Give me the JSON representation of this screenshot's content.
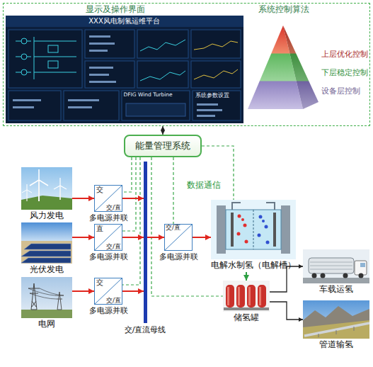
{
  "diagram": {
    "nodes": [
      {
        "text": [
          "显示及操作界面",
          "系统控制算法"
        ]
      },
      {
        "text": [
          "XXX风电制氢运维平台",
          "DFIG Wind Turbine",
          "系统参数设置"
        ],
        "in": 0
      },
      {
        "text": [
          "上层优化控制",
          "下层稳定控制",
          "设备层控制"
        ],
        "in": 0
      },
      {
        "text": [
          "能量管理系统"
        ]
      },
      {
        "text": [
          "风力发电"
        ]
      },
      {
        "text": [
          "交",
          "交/直",
          "多电源并联"
        ]
      },
      {
        "text": [
          "光伏发电"
        ]
      },
      {
        "text": [
          "直",
          "交/直",
          "多电源并联"
        ]
      },
      {
        "text": [
          "电网"
        ]
      },
      {
        "text": [
          "交",
          "交/直",
          "多电源并联"
        ]
      },
      {
        "text": [
          "交/直流母线"
        ]
      },
      {
        "text": [
          "交/直",
          "多电源并联"
        ]
      },
      {
        "text": [
          "电解水制氢（电解槽）"
        ]
      },
      {
        "text": [
          "储氢罐"
        ]
      },
      {
        "text": [
          "车载运氢"
        ]
      },
      {
        "text": [
          "管道输氢"
        ]
      }
    ],
    "edges": [
      {
        "from": 0,
        "to": 3,
        "arrow": "both"
      },
      {
        "from": 3,
        "to": 5,
        "arrow": "none"
      },
      {
        "from": 3,
        "to": 7,
        "arrow": "none"
      },
      {
        "from": 3,
        "to": 9,
        "arrow": "none"
      },
      {
        "from": 3,
        "to": 11,
        "arrow": "none"
      },
      {
        "from": 3,
        "to": 12,
        "arrow": "none",
        "label": "数据通信"
      },
      {
        "from": 3,
        "to": 13,
        "arrow": "none"
      },
      {
        "from": 4,
        "to": 5,
        "arrow": "to"
      },
      {
        "from": 5,
        "to": 10,
        "arrow": "to"
      },
      {
        "from": 6,
        "to": 7,
        "arrow": "to"
      },
      {
        "from": 7,
        "to": 10,
        "arrow": "to"
      },
      {
        "from": 8,
        "to": 9,
        "arrow": "to"
      },
      {
        "from": 9,
        "to": 10,
        "arrow": "to"
      },
      {
        "from": 10,
        "to": 11,
        "arrow": "to"
      },
      {
        "from": 11,
        "to": 12,
        "arrow": "to"
      },
      {
        "from": 12,
        "to": 13,
        "arrow": "to"
      },
      {
        "from": 13,
        "to": 14,
        "arrow": "to"
      },
      {
        "from": 13,
        "to": 15,
        "arrow": "to"
      }
    ]
  }
}
